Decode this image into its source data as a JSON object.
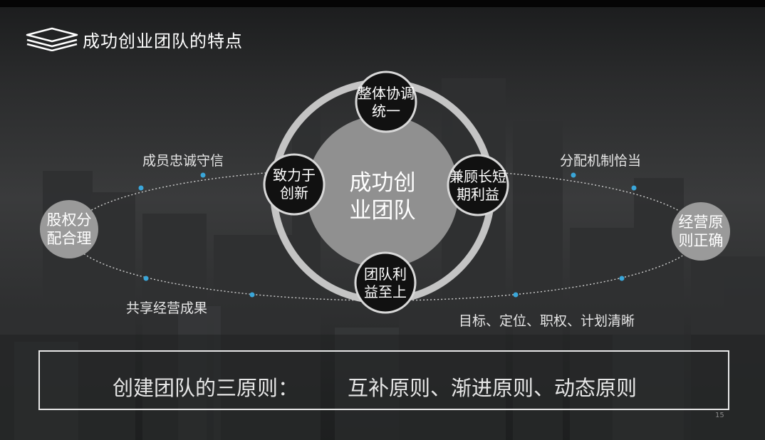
{
  "slide": {
    "title": "成功创业团队的特点",
    "page_number": "15"
  },
  "diagram": {
    "center": [
      "成功创",
      "业团队"
    ],
    "ring_nodes": {
      "top": [
        "整体协调",
        "统一"
      ],
      "left": [
        "致力于",
        "创新"
      ],
      "right": [
        "兼顾长短",
        "期利益"
      ],
      "bottom": [
        "团队利",
        "益至上"
      ]
    },
    "outer_nodes": {
      "left": [
        "股权分",
        "配合理"
      ],
      "right": [
        "经营原",
        "则正确"
      ]
    },
    "labels": {
      "upper_left": "成员忠诚守信",
      "upper_right": "分配机制恰当",
      "lower_left": "共享经营成果",
      "lower_right": "目标、定位、职权、计划清晰"
    }
  },
  "principles": {
    "prefix": "创建团队的三原则：",
    "body": "互补原则、渐进原则、动态原则"
  },
  "colors": {
    "accent_dot": "#3aa6d9",
    "center_fill": "#909090",
    "ring_stroke": "#c4c4c4",
    "node_fill": "#111111",
    "outer_node_fill": "#9a9a9a"
  }
}
